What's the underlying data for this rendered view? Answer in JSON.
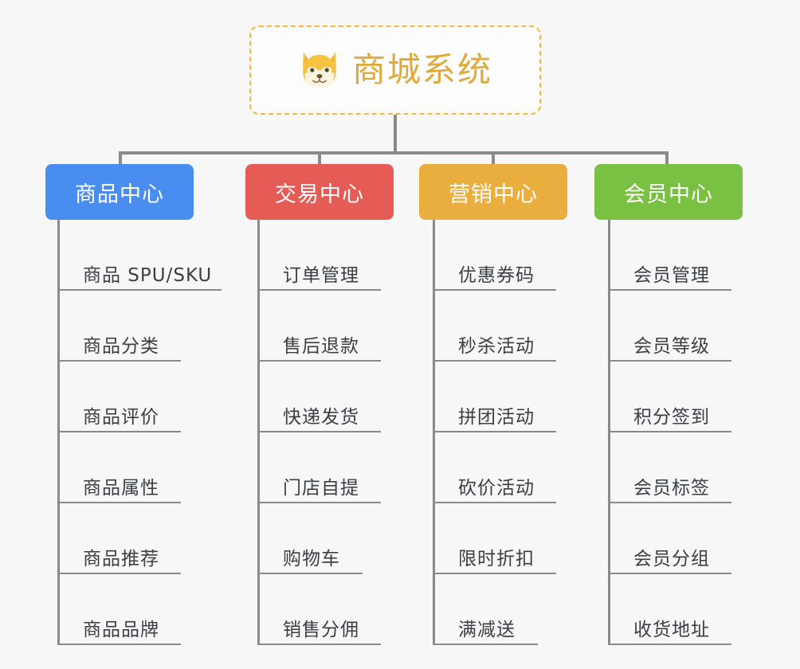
{
  "canvas": {
    "background": "#f7f7f7"
  },
  "root": {
    "title": "商城系统",
    "icon": "shiba-dog-face-icon",
    "text_color": "#e0a93b",
    "border_color": "#f2b739",
    "background": "#fdfdfd"
  },
  "connector_color": "#8a8a8a",
  "columns": [
    {
      "id": "product-center",
      "title": "商品中心",
      "color": "#4a8df0",
      "items": [
        "商品 SPU/SKU",
        "商品分类",
        "商品评价",
        "商品属性",
        "商品推荐",
        "商品品牌"
      ]
    },
    {
      "id": "trade-center",
      "title": "交易中心",
      "color": "#e55c57",
      "items": [
        "订单管理",
        "售后退款",
        "快递发货",
        "门店自提",
        "购物车",
        "销售分佣"
      ]
    },
    {
      "id": "marketing-center",
      "title": "营销中心",
      "color": "#eaae3e",
      "items": [
        "优惠券码",
        "秒杀活动",
        "拼团活动",
        "砍价活动",
        "限时折扣",
        "满减送"
      ]
    },
    {
      "id": "member-center",
      "title": "会员中心",
      "color": "#79c043",
      "items": [
        "会员管理",
        "会员等级",
        "积分签到",
        "会员标签",
        "会员分组",
        "收货地址"
      ]
    }
  ]
}
